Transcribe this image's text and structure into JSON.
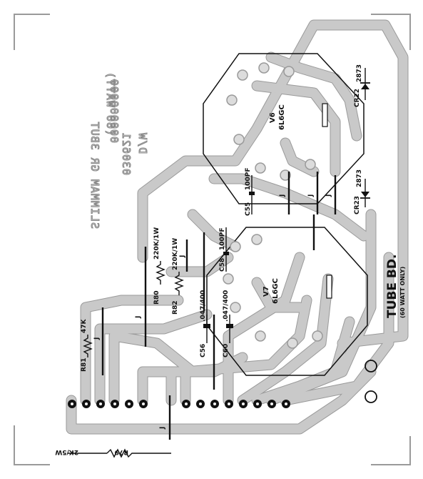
{
  "board": {
    "title": "TUBE BD.",
    "subtitle": "(60 WATT ONLY)",
    "mirrored_text": [
      "D/W",
      "030621",
      "(60 WATT)",
      "SLIMMAM GR 3BUT"
    ],
    "mirrored_partno": "000000000"
  },
  "tubes": [
    {
      "ref": "V6",
      "type": "6L6GC"
    },
    {
      "ref": "V7",
      "type": "6L6GC"
    }
  ],
  "components": {
    "cr22": "CR22",
    "cr22_value": "2873",
    "cr23": "CR23",
    "cr23_value": "2873",
    "c55": "C55",
    "c55_value": "100PF",
    "c58": "C58",
    "c58_value": "100PF",
    "c56": "C56",
    "c56_value": ".047/400",
    "c60": "C60",
    "c60_value": ".047/400",
    "r80": "R80",
    "r80_value": "220K/1W",
    "r82": "R82",
    "r82_value": "220K/1W",
    "r81": "R81",
    "r81_value": "47K",
    "r79": "R79",
    "r79_value": "2K/5W"
  },
  "jumper_label": "J"
}
